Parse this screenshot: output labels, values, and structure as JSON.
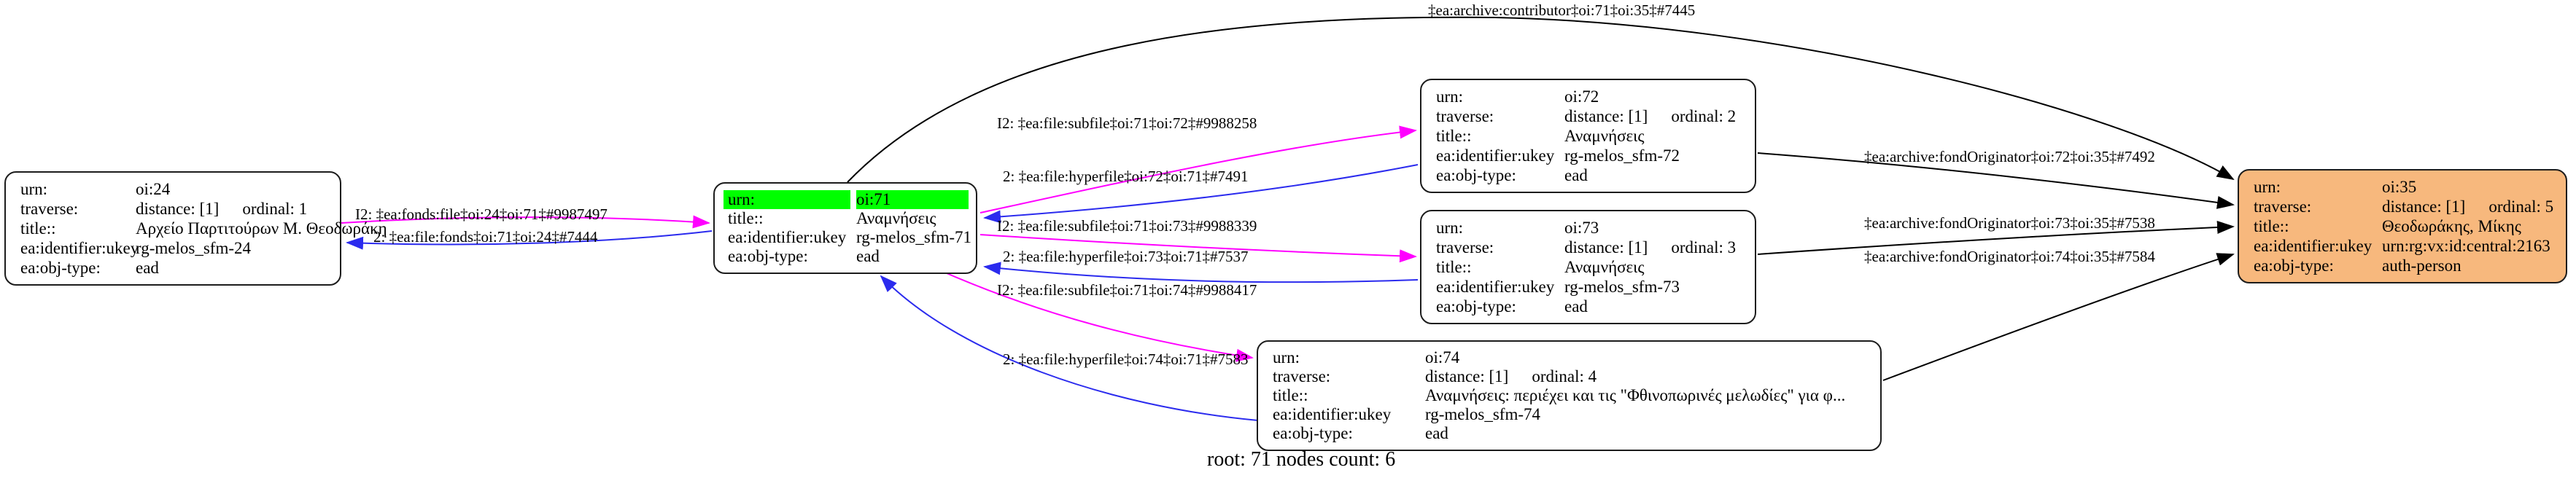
{
  "caption": "root: 71 nodes count: 6",
  "colors": {
    "highlight_row": "#00ff00",
    "person_node": "#f7b87d",
    "subfile_edge": "#ff00ff",
    "hyperfile_edge": "#2b2bee",
    "archive_edge": "#000000",
    "node_border": "#1c1c1c"
  },
  "nodes": {
    "oi24": {
      "urn_key": "urn:",
      "urn_val": "oi:24",
      "trav_key": "traverse:",
      "trav_distance": "distance: [1]",
      "trav_ordinal": "ordinal: 1",
      "title_key": "title::",
      "title_val": "Αρχείο Παρτιτούρων Μ. Θεοδωράκη",
      "ukey_key": "ea:identifier:ukey",
      "ukey_val": "rg-melos_sfm-24",
      "objtype_key": "ea:obj-type:",
      "objtype_val": "ead"
    },
    "oi71": {
      "urn_key": "urn:",
      "urn_val": "oi:71",
      "title_key": "title::",
      "title_val": "Αναμνήσεις",
      "ukey_key": "ea:identifier:ukey",
      "ukey_val": "rg-melos_sfm-71",
      "objtype_key": "ea:obj-type:",
      "objtype_val": "ead"
    },
    "oi72": {
      "urn_key": "urn:",
      "urn_val": "oi:72",
      "trav_key": "traverse:",
      "trav_distance": "distance: [1]",
      "trav_ordinal": "ordinal: 2",
      "title_key": "title::",
      "title_val": "Αναμνήσεις",
      "ukey_key": "ea:identifier:ukey",
      "ukey_val": "rg-melos_sfm-72",
      "objtype_key": "ea:obj-type:",
      "objtype_val": "ead"
    },
    "oi73": {
      "urn_key": "urn:",
      "urn_val": "oi:73",
      "trav_key": "traverse:",
      "trav_distance": "distance: [1]",
      "trav_ordinal": "ordinal: 3",
      "title_key": "title::",
      "title_val": "Αναμνήσεις",
      "ukey_key": "ea:identifier:ukey",
      "ukey_val": "rg-melos_sfm-73",
      "objtype_key": "ea:obj-type:",
      "objtype_val": "ead"
    },
    "oi74": {
      "urn_key": "urn:",
      "urn_val": "oi:74",
      "trav_key": "traverse:",
      "trav_distance": "distance: [1]",
      "trav_ordinal": "ordinal: 4",
      "title_key": "title::",
      "title_val": "Αναμνήσεις: περιέχει και τις \"Φθινοπωρινές μελωδίες\" για φ...",
      "ukey_key": "ea:identifier:ukey",
      "ukey_val": "rg-melos_sfm-74",
      "objtype_key": "ea:obj-type:",
      "objtype_val": "ead"
    },
    "oi35": {
      "urn_key": "urn:",
      "urn_val": "oi:35",
      "trav_key": "traverse:",
      "trav_distance": "distance: [1]",
      "trav_ordinal": "ordinal: 5",
      "title_key": "title::",
      "title_val": "Θεοδωράκης, Μίκης",
      "ukey_key": "ea:identifier:ukey",
      "ukey_val": "urn:rg:vx:id:central:2163",
      "objtype_key": "ea:obj-type:",
      "objtype_val": "auth-person"
    }
  },
  "edges": {
    "fonds_file_24_71": {
      "label": "I2: ‡ea:fonds:file‡oi:24‡oi:71‡#9987497"
    },
    "file_fonds_71_24": {
      "label": "2: ‡ea:file:fonds‡oi:71‡oi:24‡#7444"
    },
    "subfile_71_72": {
      "label": "I2: ‡ea:file:subfile‡oi:71‡oi:72‡#9988258"
    },
    "hyperfile_72_71": {
      "label": "2: ‡ea:file:hyperfile‡oi:72‡oi:71‡#7491"
    },
    "subfile_71_73": {
      "label": "I2: ‡ea:file:subfile‡oi:71‡oi:73‡#9988339"
    },
    "hyperfile_73_71": {
      "label": "2: ‡ea:file:hyperfile‡oi:73‡oi:71‡#7537"
    },
    "subfile_71_74": {
      "label": "I2: ‡ea:file:subfile‡oi:71‡oi:74‡#9988417"
    },
    "hyperfile_74_71": {
      "label": "2: ‡ea:file:hyperfile‡oi:74‡oi:71‡#7583"
    },
    "contributor_71_35": {
      "label": "‡ea:archive:contributor‡oi:71‡oi:35‡#7445"
    },
    "fondOriginator_72_35": {
      "label": "‡ea:archive:fondOriginator‡oi:72‡oi:35‡#7492"
    },
    "fondOriginator_73_35": {
      "label": "‡ea:archive:fondOriginator‡oi:73‡oi:35‡#7538"
    },
    "fondOriginator_74_35": {
      "label": "‡ea:archive:fondOriginator‡oi:74‡oi:35‡#7584"
    }
  }
}
